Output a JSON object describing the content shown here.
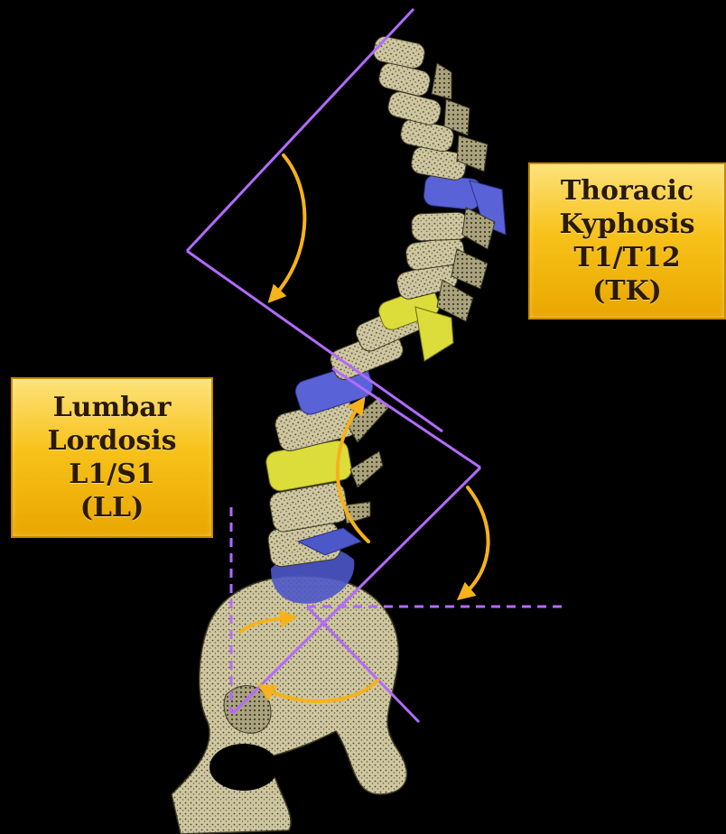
{
  "labels": {
    "thoracic": {
      "line1": "Thoracic",
      "line2": "Kyphosis",
      "line3": "T1/T12",
      "line4": "(TK)"
    },
    "lumbar": {
      "line1": "Lumbar",
      "line2": "Lordosis",
      "line3": "L1/S1",
      "line4": "(LL)"
    }
  },
  "colors": {
    "background": "#000000",
    "measurement_line": "#b26bff",
    "angle_arrow": "#f5b21a",
    "bone": "#c9c29a",
    "endplate_blue": "#5a62d8",
    "endplate_yellow": "#e3e62a",
    "label_fill": "#f7c21a"
  }
}
